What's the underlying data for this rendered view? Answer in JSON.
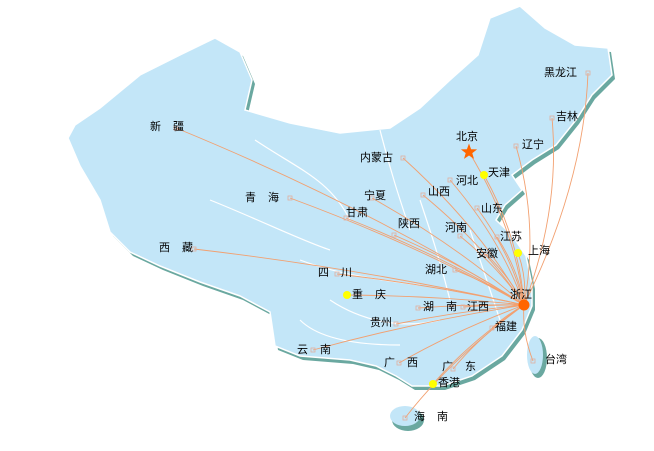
{
  "map": {
    "origin": "浙江",
    "capital": "北京",
    "colors": {
      "land": "#c3e6f8",
      "border": "#ffffff",
      "shadow": "#6aa8a0",
      "flow": "#f2a070",
      "origin": "#ff6600",
      "capital": "#ff6600",
      "city": "#ffff00"
    },
    "regions": [
      {
        "id": "xinjiang",
        "name": "新疆"
      },
      {
        "id": "xizang",
        "name": "西藏"
      },
      {
        "id": "qinghai",
        "name": "青海"
      },
      {
        "id": "gansu",
        "name": "甘肃"
      },
      {
        "id": "ningxia",
        "name": "宁夏"
      },
      {
        "id": "neimenggu",
        "name": "内蒙古"
      },
      {
        "id": "beijing",
        "name": "北京"
      },
      {
        "id": "tianjin",
        "name": "天津"
      },
      {
        "id": "hebei",
        "name": "河北"
      },
      {
        "id": "liaoning",
        "name": "辽宁"
      },
      {
        "id": "jilin",
        "name": "吉林"
      },
      {
        "id": "heilongjiang",
        "name": "黑龙江"
      },
      {
        "id": "shanxi",
        "name": "山西"
      },
      {
        "id": "shandong",
        "name": "山东"
      },
      {
        "id": "shaanxi",
        "name": "陕西"
      },
      {
        "id": "henan",
        "name": "河南"
      },
      {
        "id": "jiangsu",
        "name": "江苏"
      },
      {
        "id": "anhui",
        "name": "安徽"
      },
      {
        "id": "shanghai",
        "name": "上海"
      },
      {
        "id": "hubei",
        "name": "湖北"
      },
      {
        "id": "sichuan",
        "name": "四川"
      },
      {
        "id": "chongqing",
        "name": "重庆"
      },
      {
        "id": "hunan",
        "name": "湖南"
      },
      {
        "id": "jiangxi",
        "name": "江西"
      },
      {
        "id": "zhejiang",
        "name": "浙江"
      },
      {
        "id": "guizhou",
        "name": "贵州"
      },
      {
        "id": "fujian",
        "name": "福建"
      },
      {
        "id": "yunnan",
        "name": "云南"
      },
      {
        "id": "guangxi",
        "name": "广西"
      },
      {
        "id": "guangdong",
        "name": "广东"
      },
      {
        "id": "xianggang",
        "name": "香港"
      },
      {
        "id": "taiwan",
        "name": "台湾"
      },
      {
        "id": "hainan",
        "name": "海南"
      }
    ]
  }
}
